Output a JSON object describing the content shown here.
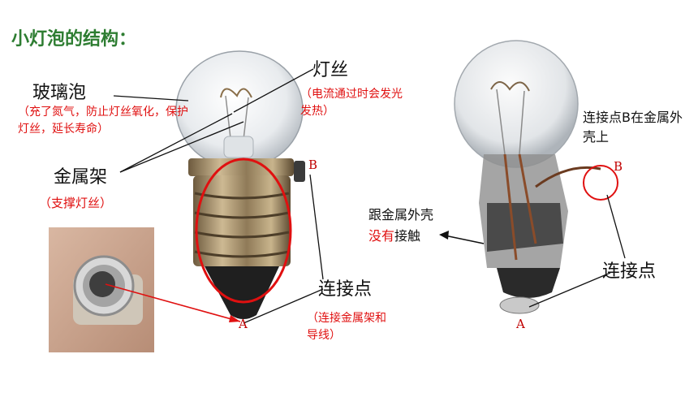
{
  "title": "小灯泡的结构：",
  "left_bulb": {
    "glass_label": "玻璃泡",
    "glass_note": "（充了氮气，防止灯丝氧化，保护灯丝，延长寿命）",
    "filament_label": "灯丝",
    "filament_note": "（电流通过时会发光发热）",
    "frame_label": "金属架",
    "frame_note": "（支撑灯丝）",
    "contact_label": "连接点",
    "contact_note": "（连接金属架和导线）",
    "point_b": "B",
    "point_a": "A"
  },
  "right_bulb": {
    "contact_b_label": "连接点B在金属外壳上",
    "shell_text_1": "跟金属外壳",
    "shell_text_2a": "没有",
    "shell_text_2b": "接触",
    "contact_label": "连接点",
    "point_b": "B",
    "point_a": "A"
  },
  "colors": {
    "title": "#2e7d32",
    "note": "#e01010",
    "marker": "#e01010"
  },
  "icons": [
    "small-bulb-photo",
    "bulb-inner-photo",
    "bulb-base-closeup-photo"
  ]
}
